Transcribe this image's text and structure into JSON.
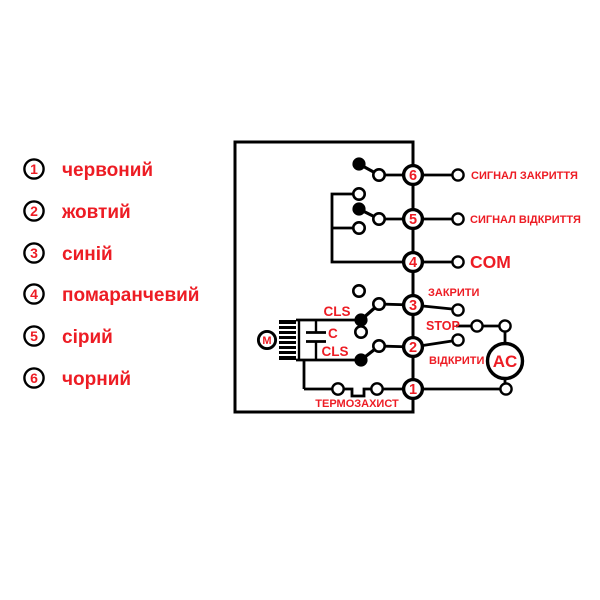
{
  "legend": {
    "items": [
      {
        "number": "1",
        "label": "червоний"
      },
      {
        "number": "2",
        "label": "жовтий"
      },
      {
        "number": "3",
        "label": "синій"
      },
      {
        "number": "4",
        "label": "помаранчевий"
      },
      {
        "number": "5",
        "label": "сірий"
      },
      {
        "number": "6",
        "label": "чорний"
      }
    ]
  },
  "diagram": {
    "terminals": [
      {
        "number": "6"
      },
      {
        "number": "5"
      },
      {
        "number": "4"
      },
      {
        "number": "3"
      },
      {
        "number": "2"
      },
      {
        "number": "1"
      }
    ],
    "labels": {
      "signal_close": "СИГНАЛ ЗАКРИТТЯ",
      "signal_open": "СИГНАЛ ВІДКРИТТЯ",
      "com": "COM",
      "close": "ЗАКРИТИ",
      "stop": "STOP",
      "open": "ВІДКРИТИ",
      "thermal": "ТЕРМОЗАХИСТ",
      "cls_top": "CLS",
      "capacitor": "C",
      "cls_bottom": "CLS",
      "motor": "M",
      "ac": "AC"
    },
    "colors": {
      "accent_red": "#ed1c24",
      "line_black": "#000000"
    }
  }
}
